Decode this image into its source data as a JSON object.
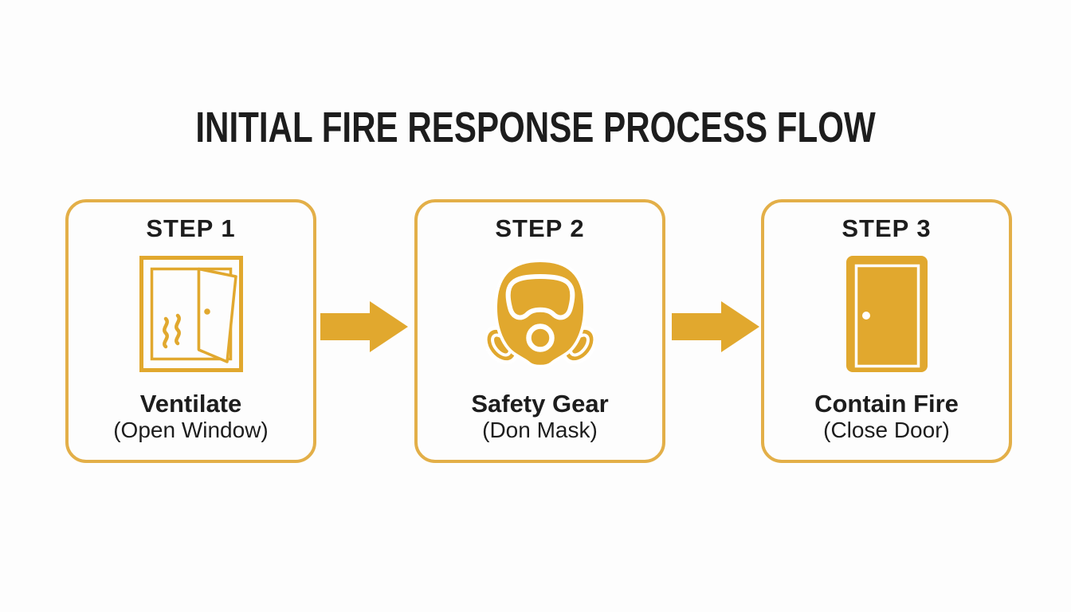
{
  "title": "INITIAL FIRE RESPONSE PROCESS FLOW",
  "colors": {
    "gold": "#E1A82E",
    "gold_border": "#E3AF48",
    "text": "#1D1D1D",
    "background": "#FDFDFD"
  },
  "steps": [
    {
      "step_label": "STEP 1",
      "name": "Ventilate",
      "action": "(Open Window)",
      "icon": "open-window-icon"
    },
    {
      "step_label": "STEP 2",
      "name": "Safety Gear",
      "action": "(Don Mask)",
      "icon": "gas-mask-icon"
    },
    {
      "step_label": "STEP 3",
      "name": "Contain Fire",
      "action": "(Close Door)",
      "icon": "closed-door-icon"
    }
  ],
  "connectors": [
    {
      "icon": "arrow-right-icon"
    },
    {
      "icon": "arrow-right-icon"
    }
  ]
}
